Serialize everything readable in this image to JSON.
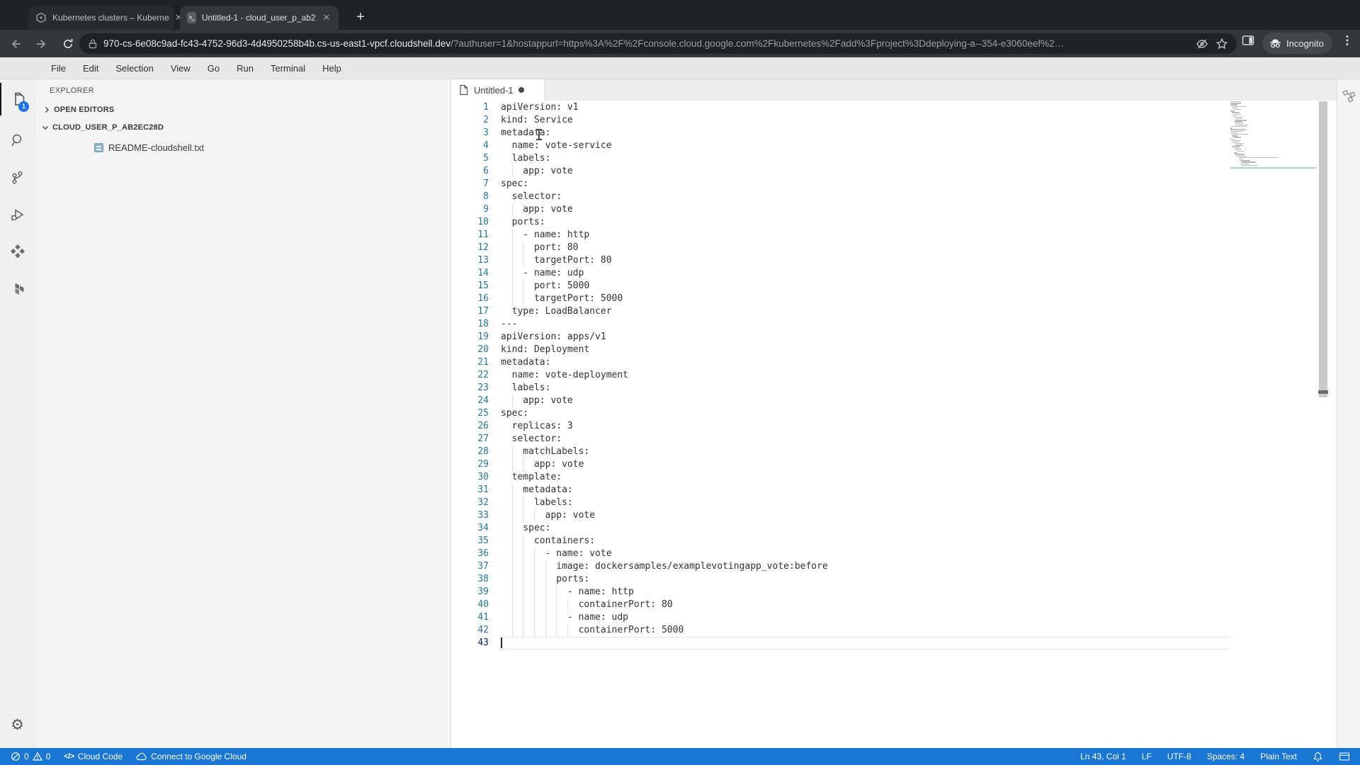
{
  "browser": {
    "tabs": [
      {
        "title": "Kubernetes clusters – Kuberne",
        "favicon": "kubernetes-hexagon-icon"
      },
      {
        "title": "Untitled-1 - cloud_user_p_ab2",
        "favicon": "cloud-shell-terminal-icon"
      }
    ],
    "url_domain": "970-cs-6e08c9ad-fc43-4752-96d3-4d4950258b4b.cs-us-east1-vpcf.cloudshell.dev",
    "url_path": "/?authuser=1&hostappurl=https%3A%2F%2Fconsole.cloud.google.com%2Fkubernetes%2Fadd%3Fproject%3Ddeploying-a--354-e3060eef%2…",
    "incognito_label": "Incognito",
    "cloud_shell_glyph": ">_"
  },
  "menu_bar": {
    "items": [
      "File",
      "Edit",
      "Selection",
      "View",
      "Go",
      "Run",
      "Terminal",
      "Help"
    ]
  },
  "activity_bar": {
    "explorer_badge": "1"
  },
  "explorer": {
    "title": "EXPLORER",
    "open_editors": "OPEN EDITORS",
    "workspace": "CLOUD_USER_P_AB2EC28D",
    "files": [
      {
        "name": "README-cloudshell.txt"
      }
    ]
  },
  "editor": {
    "tab_label": "Untitled-1",
    "modified": true,
    "cursor_line": 43,
    "lines": [
      "apiVersion: v1",
      "kind: Service",
      "metadata:",
      "  name: vote-service",
      "  labels:",
      "    app: vote",
      "spec:",
      "  selector:",
      "    app: vote",
      "  ports:",
      "    - name: http",
      "      port: 80",
      "      targetPort: 80",
      "    - name: udp",
      "      port: 5000",
      "      targetPort: 5000",
      "  type: LoadBalancer",
      "---",
      "apiVersion: apps/v1",
      "kind: Deployment",
      "metadata:",
      "  name: vote-deployment",
      "  labels:",
      "    app: vote",
      "spec:",
      "  replicas: 3",
      "  selector:",
      "    matchLabels:",
      "      app: vote",
      "  template:",
      "    metadata:",
      "      labels:",
      "        app: vote",
      "    spec:",
      "      containers:",
      "        - name: vote",
      "          image: dockersamples/examplevotingapp_vote:before",
      "          ports:",
      "            - name: http",
      "              containerPort: 80",
      "            - name: udp",
      "              containerPort: 5000",
      ""
    ]
  },
  "status_bar": {
    "errors": "0",
    "warnings": "0",
    "cloud_code_label": "Cloud Code",
    "connect_label": "Connect to Google Cloud",
    "position": "Ln 43, Col 1",
    "eol": "LF",
    "encoding": "UTF-8",
    "indent": "Spaces: 4",
    "language": "Plain Text",
    "code_tag": "</>"
  },
  "colors": {
    "status_bar": "#1976d2",
    "badge": "#1a73e8",
    "frame_dark": "#202124",
    "toolbar_dark": "#35363a",
    "line_number": "#237893",
    "minimap_cursor_line": "#aacdec"
  }
}
